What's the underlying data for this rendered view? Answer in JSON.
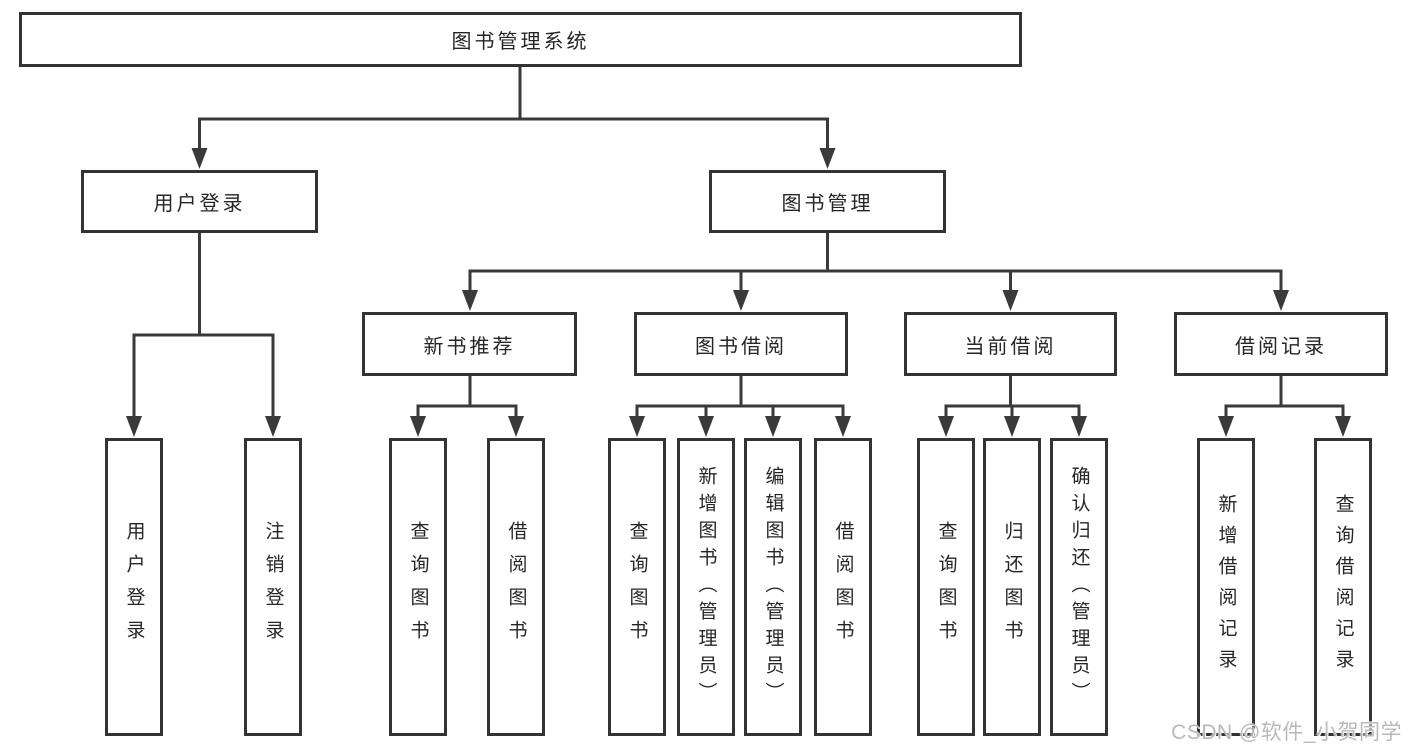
{
  "colors": {
    "line": "#3a3a3a",
    "box-border": "#333333",
    "text": "#262626",
    "watermark": "#b9b9b9",
    "background": "#ffffff"
  },
  "tree": {
    "root": {
      "label": "图书管理系统"
    },
    "level1": {
      "user_login": {
        "label": "用户登录"
      },
      "book_mgmt": {
        "label": "图书管理"
      }
    },
    "level2": {
      "new_books": {
        "label": "新书推荐"
      },
      "book_borrow": {
        "label": "图书借阅"
      },
      "current_borrow": {
        "label": "当前借阅"
      },
      "borrow_records": {
        "label": "借阅记录"
      }
    },
    "leaves": {
      "user_login": [
        "用户登录",
        "注销登录"
      ],
      "new_books": [
        "查询图书",
        "借阅图书"
      ],
      "book_borrow": [
        "查询图书",
        "新增图书（管理员）",
        "编辑图书（管理员）",
        "借阅图书"
      ],
      "current_borrow": [
        "查询图书",
        "归还图书",
        "确认归还（管理员）"
      ],
      "borrow_records": [
        "新增借阅记录",
        "查询借阅记录"
      ]
    }
  },
  "watermark": {
    "text": "CSDN @软件_小贺同学"
  }
}
